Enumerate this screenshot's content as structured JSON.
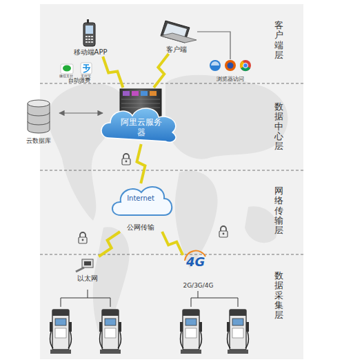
{
  "diagram": {
    "nodes": [
      {
        "text": [
          "移动端APP"
        ]
      },
      {
        "text": [
          "自助缴费"
        ]
      },
      {
        "text": [
          "客户端"
        ]
      },
      {
        "text": [
          "浏览器访问"
        ]
      },
      {
        "text": [
          "云数据库"
        ]
      },
      {
        "text": [
          "阿里云服务器"
        ]
      },
      {
        "text": [
          "Internet",
          "公网传输"
        ]
      },
      {
        "text": [
          "以太网"
        ]
      },
      {
        "text": [
          "2G/3G/4G"
        ]
      }
    ],
    "edges": [
      {
        "from": 0,
        "to": 5,
        "arrow": "none"
      },
      {
        "from": 2,
        "to": 5,
        "arrow": "none"
      },
      {
        "from": 2,
        "to": 3,
        "arrow": "none"
      },
      {
        "from": 4,
        "to": 5,
        "arrow": "both"
      },
      {
        "from": 5,
        "to": 6,
        "arrow": "none"
      },
      {
        "from": 6,
        "to": 7,
        "arrow": "none"
      },
      {
        "from": 6,
        "to": 8,
        "arrow": "none"
      }
    ],
    "labels": [
      "客户端层",
      "数据中心层",
      "网络传输层",
      "数据采集层",
      "微信支付",
      "支付宝",
      "4G"
    ]
  }
}
